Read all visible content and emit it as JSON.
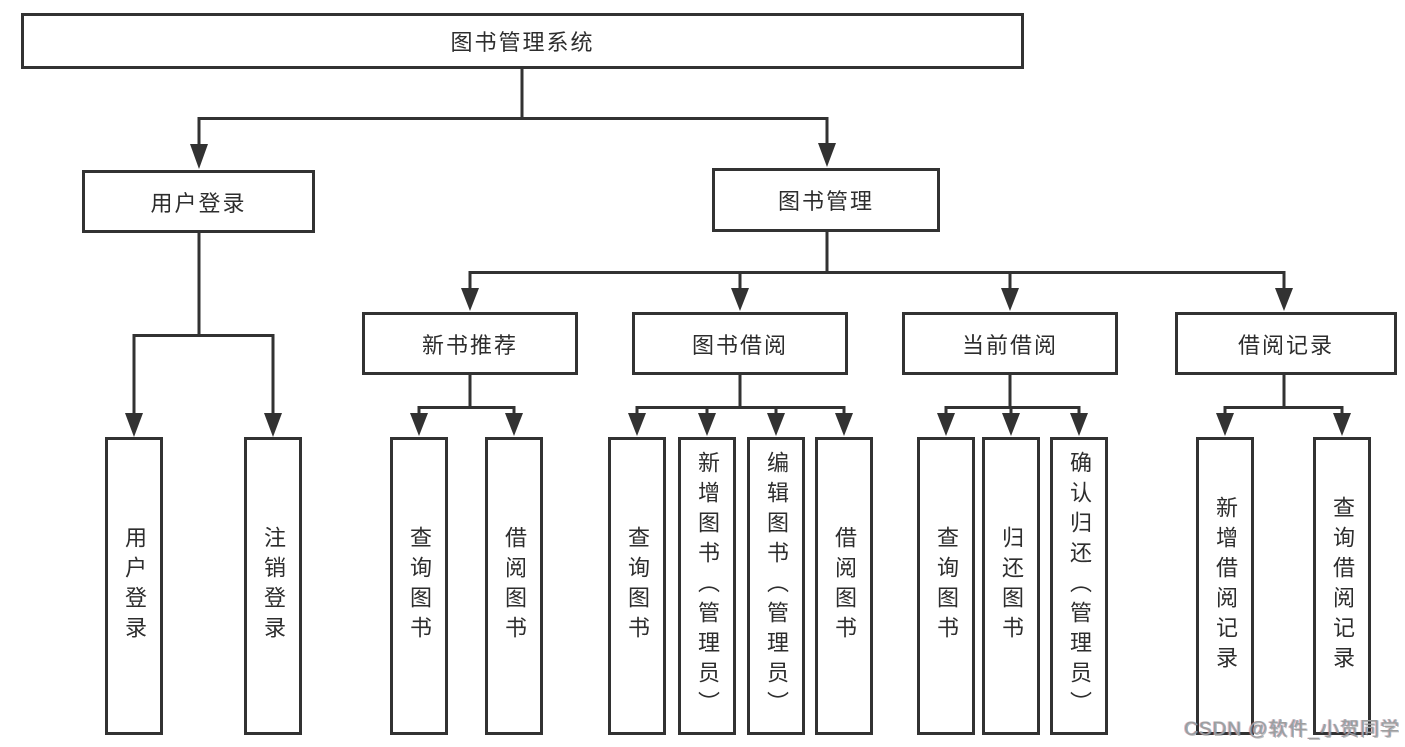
{
  "title": "图书管理系统",
  "tree": {
    "root": {
      "label": "图书管理系统"
    },
    "branches": [
      {
        "label": "用户登录",
        "children": [
          {
            "label": "用户登录"
          },
          {
            "label": "注销登录"
          }
        ]
      },
      {
        "label": "图书管理",
        "children": [
          {
            "label": "新书推荐",
            "children": [
              {
                "label": "查询图书"
              },
              {
                "label": "借阅图书"
              }
            ]
          },
          {
            "label": "图书借阅",
            "children": [
              {
                "label": "查询图书"
              },
              {
                "label": "新增图书（管理员）"
              },
              {
                "label": "编辑图书（管理员）"
              },
              {
                "label": "借阅图书"
              }
            ]
          },
          {
            "label": "当前借阅",
            "children": [
              {
                "label": "查询图书"
              },
              {
                "label": "归还图书"
              },
              {
                "label": "确认归还（管理员）"
              }
            ]
          },
          {
            "label": "借阅记录",
            "children": [
              {
                "label": "新增借阅记录"
              },
              {
                "label": "查询借阅记录"
              }
            ]
          }
        ]
      }
    ]
  },
  "watermark": {
    "text": "CSDN @软件_小贺同学"
  },
  "colors": {
    "line": "#323232",
    "text": "#2d2d2d",
    "background": "#ffffff",
    "watermark": "#9e9e9e"
  }
}
